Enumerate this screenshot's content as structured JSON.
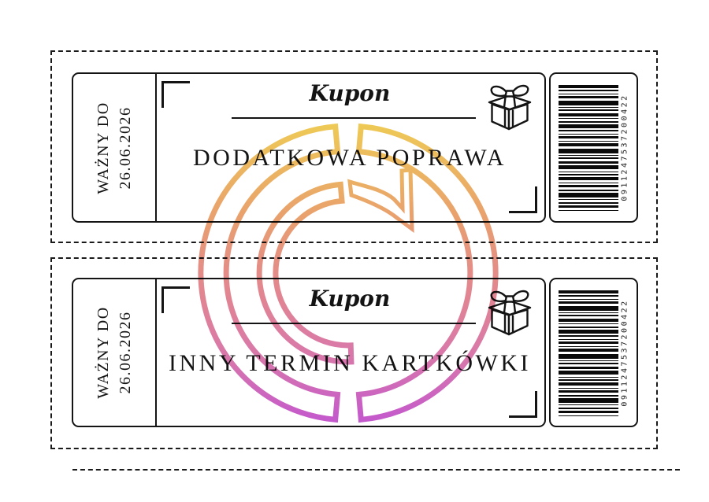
{
  "sheet": {
    "background": "#ffffff",
    "ink": "#141414"
  },
  "coupons": [
    {
      "valid_until_label": "WAŻNY DO",
      "valid_until_date": "26.06.2026",
      "title": "Kupon",
      "reward": "DODATKOWA POPRAWA",
      "barcode_number": "0911247537200422"
    },
    {
      "valid_until_label": "WAŻNY DO",
      "valid_until_date": "26.06.2026",
      "title": "Kupon",
      "reward": "INNY TERMIN KARTKÓWKI",
      "barcode_number": "0911247537200422"
    }
  ],
  "barcode_stripes": [
    4,
    2,
    1,
    3,
    6,
    1,
    2,
    4,
    1,
    2,
    5,
    2,
    1,
    3,
    1,
    4,
    6,
    1,
    2,
    3,
    5,
    1,
    2,
    4,
    1,
    3,
    2,
    6,
    1,
    2,
    3,
    1
  ],
  "watermark": {
    "icon": "canva-logo-watermark",
    "gradient_colors": [
      "#eecb55",
      "#e9a26c",
      "#e2878f",
      "#d877ab",
      "#c357ce"
    ]
  }
}
